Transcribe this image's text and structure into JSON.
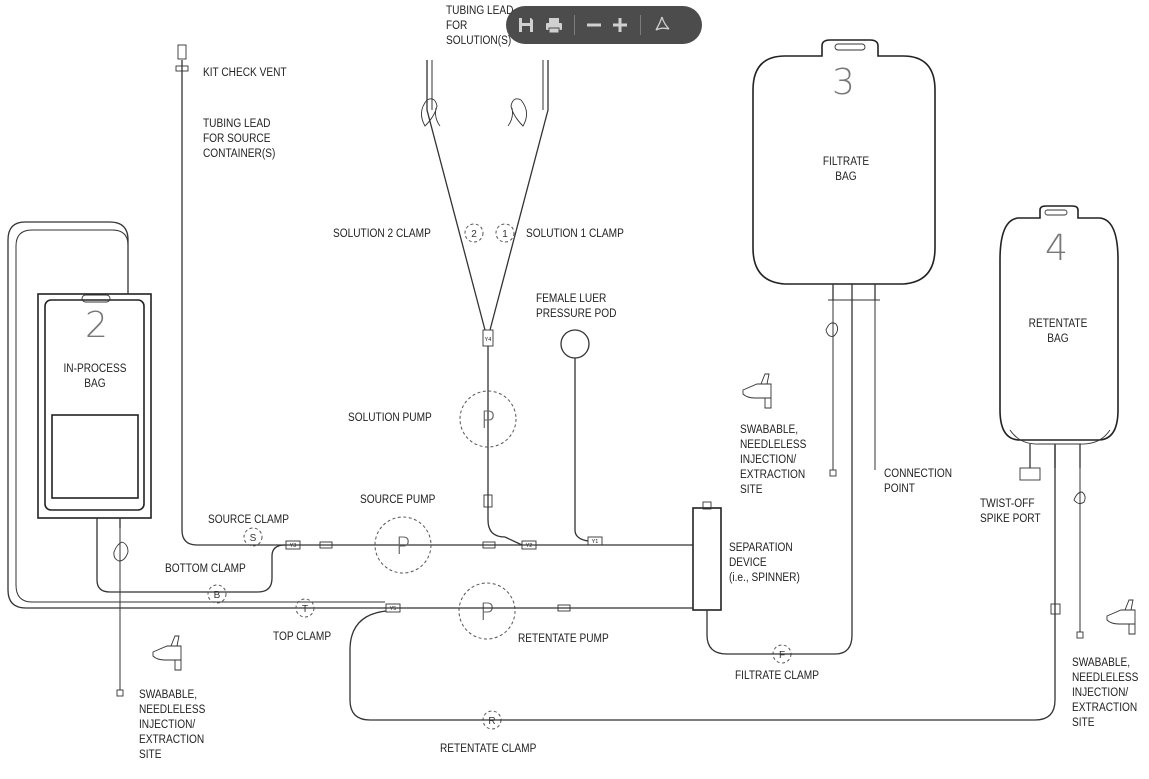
{
  "diagram": {
    "labels": {
      "tubing_solutions": "TUBING LEAD\nFOR\nSOLUTION(S)",
      "kit_check_vent": "KIT CHECK VENT",
      "tubing_source": "TUBING LEAD\nFOR SOURCE\nCONTAINER(S)",
      "solution2_clamp": "SOLUTION 2 CLAMP",
      "solution1_clamp": "SOLUTION 1 CLAMP",
      "female_luer": "FEMALE LUER\nPRESSURE POD",
      "solution_pump": "SOLUTION PUMP",
      "source_pump": "SOURCE PUMP",
      "source_clamp": "SOURCE CLAMP",
      "bottom_clamp": "BOTTOM CLAMP",
      "top_clamp": "TOP CLAMP",
      "retentate_pump": "RETENTATE PUMP",
      "retentate_clamp": "RETENTATE CLAMP",
      "filtrate_clamp": "FILTRATE CLAMP",
      "separation_device": "SEPARATION\nDEVICE\n(i.e., SPINNER)",
      "swab_left": "SWABABLE,\nNEEDLELESS\nINJECTION/\nEXTRACTION\nSITE",
      "swab_middle": "SWABABLE,\nNEEDLELESS\nINJECTION/\nEXTRACTION\nSITE",
      "swab_right": "SWABABLE,\nNEEDLELESS\nINJECTION/\nEXTRACTION\nSITE",
      "connection_point": "CONNECTION\nPOINT",
      "twist_off": "TWIST-OFF\nSPIKE PORT"
    },
    "bags": [
      {
        "number": "2",
        "label": "IN-PROCESS\nBAG"
      },
      {
        "number": "3",
        "label": "FILTRATE\nBAG"
      },
      {
        "number": "4",
        "label": "RETENTATE\nBAG"
      }
    ],
    "clamp_letters": {
      "source": "S",
      "bottom": "B",
      "top": "T",
      "retentate": "R",
      "filtrate": "F",
      "solution2": "2",
      "solution1": "1"
    },
    "pump_letter": "P",
    "y_connectors": [
      "Y1",
      "Y2",
      "Y3",
      "Y4",
      "Y5"
    ]
  },
  "toolbar": {
    "icons": [
      "save-icon",
      "print-icon",
      "zoom-out-icon",
      "zoom-in-icon",
      "acrobat-icon"
    ]
  }
}
